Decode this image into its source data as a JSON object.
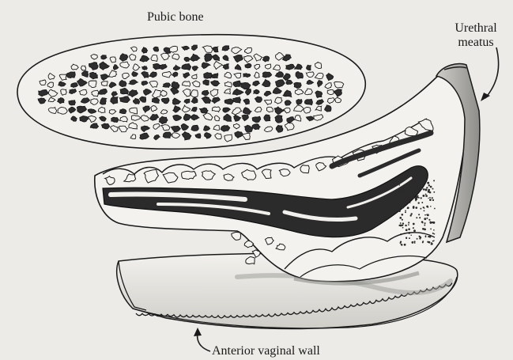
{
  "labels": {
    "pubic_bone": "Pubic bone",
    "urethral_meatus_line1": "Urethral",
    "urethral_meatus_line2": "meatus",
    "anterior_vaginal_wall": "Anterior vaginal wall"
  },
  "colors": {
    "background": "#ecebe7",
    "ink": "#1a1a1a",
    "dark_fill": "#2b2b2b",
    "shadow": "#8d8d8a",
    "light_fill": "#f4f3ef"
  }
}
